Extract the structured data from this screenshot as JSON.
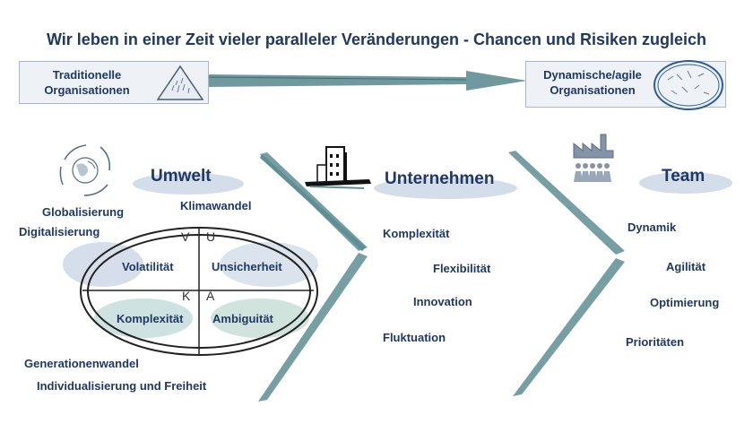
{
  "title": "Wir leben in einer Zeit vieler paralleler Veränderungen - Chancen und Risiken zugleich",
  "banner": {
    "left_label": [
      "Traditionelle",
      "Organisationen"
    ],
    "right_label": [
      "Dynamische/agile",
      "Organisationen"
    ]
  },
  "umwelt": {
    "heading": "Umwelt",
    "items_top": [
      "Klimawandel",
      "Globalisierung",
      "Digitalisierung"
    ],
    "vuka": {
      "letters": [
        "V",
        "U",
        "K",
        "A"
      ],
      "quadrants": [
        "Volatilität",
        "Unsicherheit",
        "Komplexität",
        "Ambiguität"
      ]
    },
    "items_bottom": [
      "Generationenwandel",
      "Individualisierung und Freiheit"
    ]
  },
  "unternehmen": {
    "heading": "Unternehmen",
    "items": [
      "Komplexität",
      "Flexibilität",
      "Innovation",
      "Fluktuation"
    ]
  },
  "team": {
    "heading": "Team",
    "items": [
      "Dynamik",
      "Agilität",
      "Optimierung",
      "Prioritäten"
    ]
  },
  "colors": {
    "text": "#1f3864",
    "accent": "#5f8e93",
    "cloud": "#c9d6e6"
  }
}
